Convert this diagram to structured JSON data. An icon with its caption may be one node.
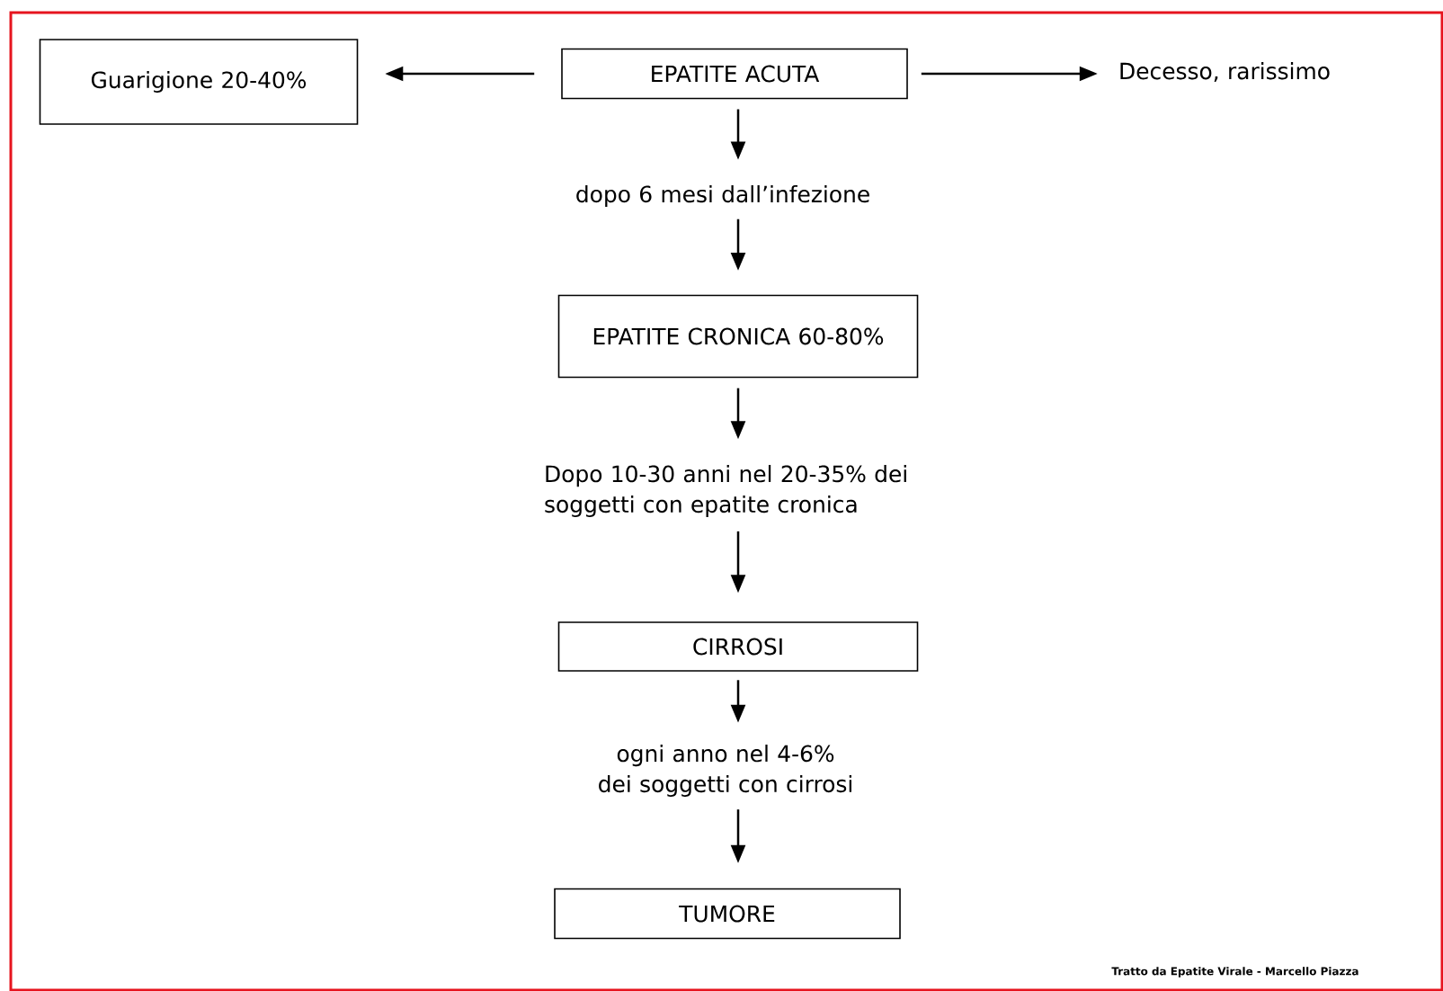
{
  "diagram": {
    "nodes": [
      {
        "text": [
          "Guarigione 20-40%"
        ]
      },
      {
        "text": [
          "EPATITE ACUTA"
        ]
      },
      {
        "text": [
          "Decesso, rarissimo"
        ]
      },
      {
        "text": [
          "dopo 6 mesi dall’infezione"
        ]
      },
      {
        "text": [
          "EPATITE CRONICA 60-80%"
        ]
      },
      {
        "text": [
          "Dopo 10-30 anni nel 20-35% dei soggetti con epatite cronica"
        ]
      },
      {
        "text": [
          "CIRROSI"
        ]
      },
      {
        "text": [
          "ogni anno nel 4-6% dei soggetti con cirrosi"
        ]
      },
      {
        "text": [
          "TUMORE"
        ]
      }
    ],
    "edges": [
      {
        "from": 1,
        "to": 0,
        "arrow": "to"
      },
      {
        "from": 1,
        "to": 2,
        "arrow": "to"
      },
      {
        "from": 1,
        "to": 3,
        "arrow": "to"
      },
      {
        "from": 3,
        "to": 4,
        "arrow": "to"
      },
      {
        "from": 4,
        "to": 5,
        "arrow": "to"
      },
      {
        "from": 5,
        "to": 6,
        "arrow": "to"
      },
      {
        "from": 6,
        "to": 7,
        "arrow": "to"
      },
      {
        "from": 7,
        "to": 8,
        "arrow": "to"
      }
    ],
    "labels": [
      "Tratto da Epatite Virale - Marcello Piazza"
    ]
  }
}
